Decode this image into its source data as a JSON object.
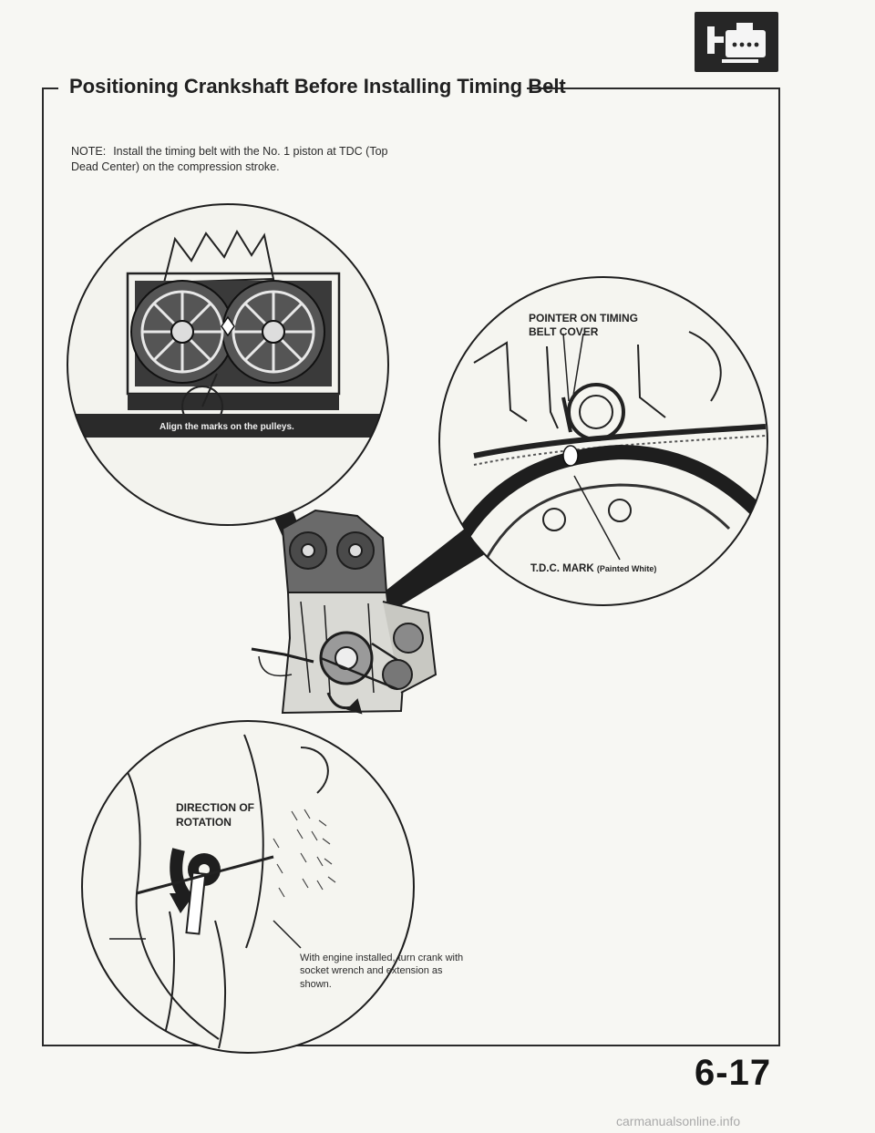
{
  "page": {
    "title": "Positioning Crankshaft Before Installing Timing Belt",
    "note_label": "NOTE:",
    "note_text": "Install the timing belt with the No. 1 piston at TDC (Top Dead Center) on the compression stroke.",
    "page_number": "6-17",
    "watermark": "carmanualsonline.info",
    "section_icon": "engine-icon"
  },
  "callouts": {
    "align_marks": "Align the marks on the pulleys.",
    "pointer": "POINTER ON TIMING BELT COVER",
    "tdc_mark": "T.D.C. MARK",
    "tdc_sub": "(Painted White)",
    "direction": "DIRECTION OF ROTATION",
    "instruction": "With engine installed, turn crank with socket wrench and extension as shown."
  },
  "colors": {
    "ink": "#1c1c1c",
    "paper": "#f7f7f3",
    "badge": "#262626",
    "tdc_paint": "#ffffff"
  }
}
